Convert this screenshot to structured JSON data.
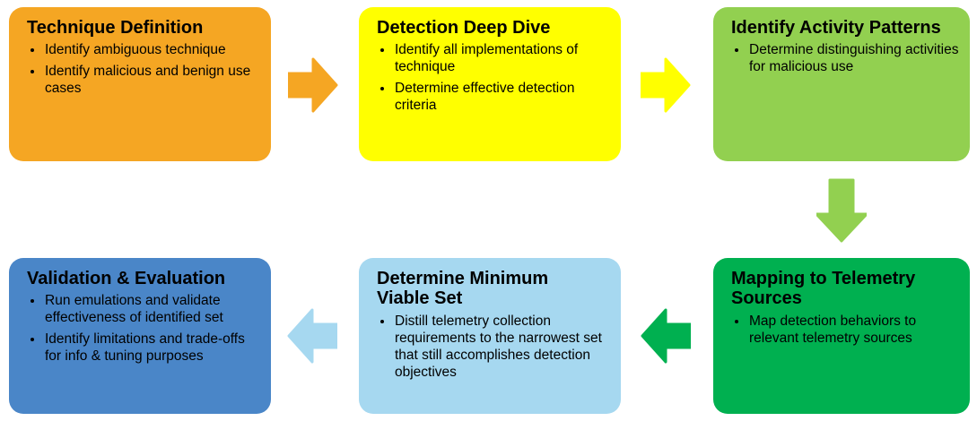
{
  "diagram": {
    "background_color": "#FFFFFF",
    "text_color": "#000000",
    "steps": [
      {
        "title": "Technique Definition",
        "bullets": [
          "Identify ambiguous technique",
          "Identify malicious and benign use cases"
        ],
        "color": "#F5A623"
      },
      {
        "title": "Detection Deep Dive",
        "bullets": [
          "Identify all implementations of technique",
          "Determine effective detection criteria"
        ],
        "color": "#FFFF00"
      },
      {
        "title": "Identify Activity Patterns",
        "bullets": [
          "Determine distinguishing activities for malicious use"
        ],
        "color": "#92D050"
      },
      {
        "title": "Mapping to Telemetry Sources",
        "bullets": [
          "Map detection behaviors to relevant telemetry sources"
        ],
        "color": "#00B050"
      },
      {
        "title": "Determine Minimum Viable Set",
        "bullets": [
          "Distill telemetry collection requirements to the narrowest set that still accomplishes detection objectives"
        ],
        "color": "#A6D8F0"
      },
      {
        "title": "Validation & Evaluation",
        "bullets": [
          "Run emulations and validate effectiveness of identified set",
          "Identify limitations and trade-offs for info & tuning purposes"
        ],
        "color": "#4A86C8"
      }
    ],
    "arrows": [
      {
        "direction": "right",
        "color": "#F5A623"
      },
      {
        "direction": "right",
        "color": "#FFFF00"
      },
      {
        "direction": "down",
        "color": "#92D050"
      },
      {
        "direction": "left",
        "color": "#00B050"
      },
      {
        "direction": "left",
        "color": "#A6D8F0"
      }
    ]
  }
}
